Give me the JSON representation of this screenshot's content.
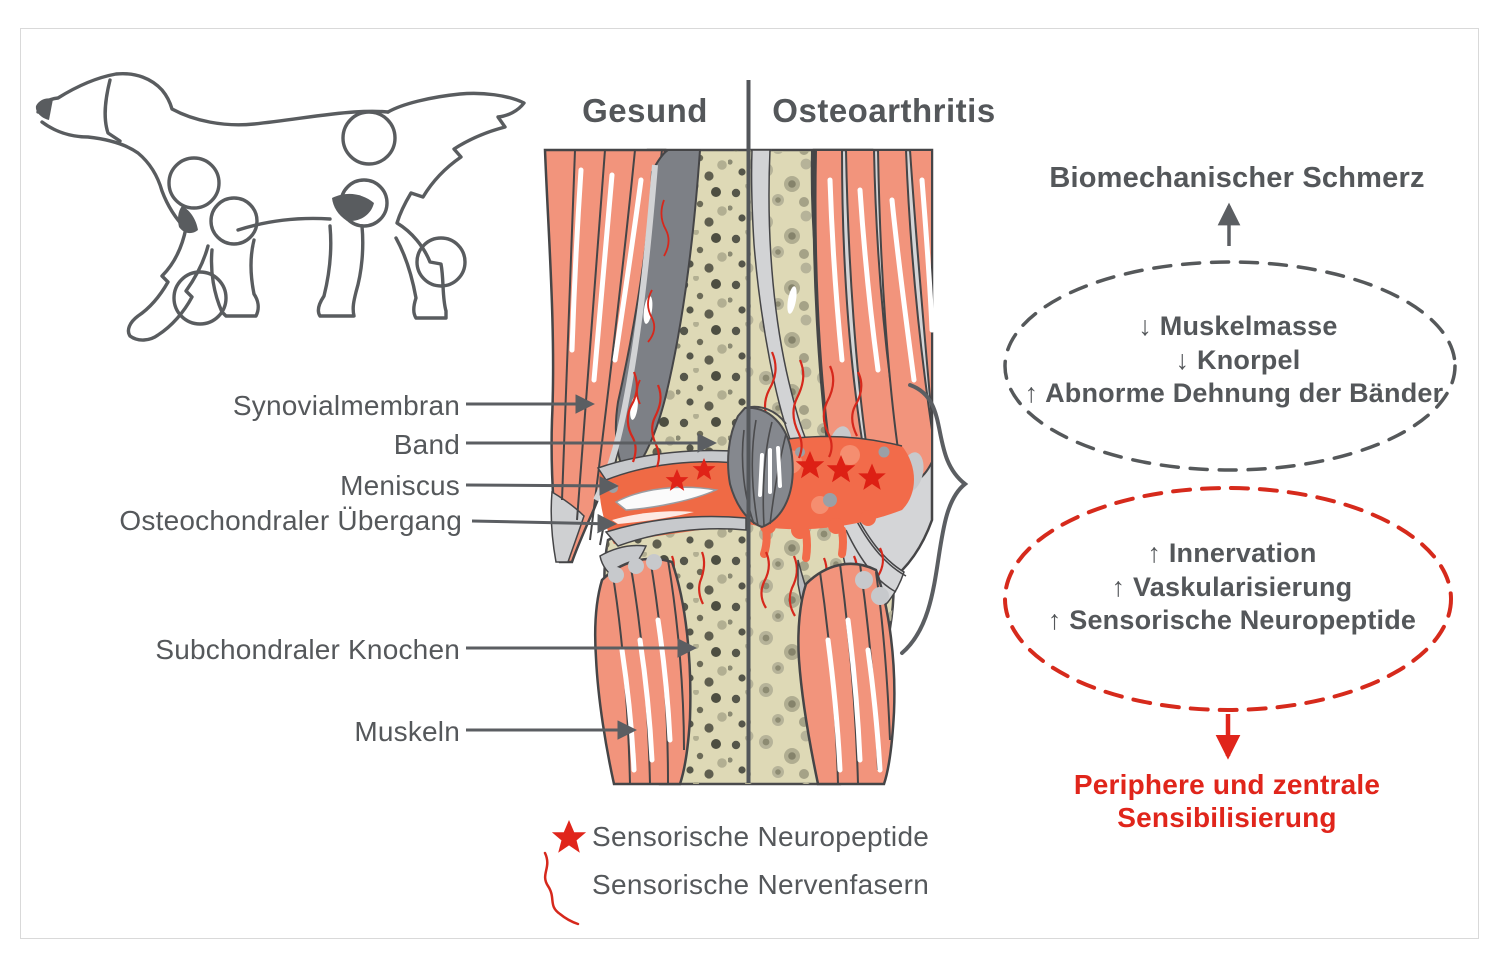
{
  "header": {
    "left_title": "Gesund",
    "right_title": "Osteoarthritis"
  },
  "anatomy_labels": [
    "Synovialmembran",
    "Band",
    "Meniscus",
    "Osteochondraler Übergang",
    "Subchondraler Knochen",
    "Muskeln"
  ],
  "flow": {
    "pain_title": "Biomechanischer Schmerz",
    "biomechanical_changes": [
      "↓ Muskelmasse",
      "↓ Knorpel",
      "↑ Abnorme Dehnung der Bänder"
    ],
    "neurogenic_changes": [
      "↑ Innervation",
      "↑ Vaskularisierung",
      "↑ Sensorische Neuropeptide"
    ],
    "outcome_line1": "Periphere und zentrale",
    "outcome_line2": "Sensibilisierung"
  },
  "legend": {
    "star_label": "Sensorische Neuropeptide",
    "fiber_label": "Sensorische Nervenfasern"
  },
  "icons": {
    "neuropeptide": "star-icon",
    "nerve_fiber": "wavy-line-icon",
    "pain_up": "up-arrow-icon",
    "sensitization_down": "down-arrow-icon",
    "joint_brace": "curly-brace-icon"
  },
  "colors": {
    "text_gray": "#54575a",
    "accent_red": "#e0251b",
    "muscle_salmon": "#f2947c",
    "bone_beige": "#ded9b6",
    "band_gray": "#7d8086",
    "synovium_orange": "#f26b4a"
  }
}
